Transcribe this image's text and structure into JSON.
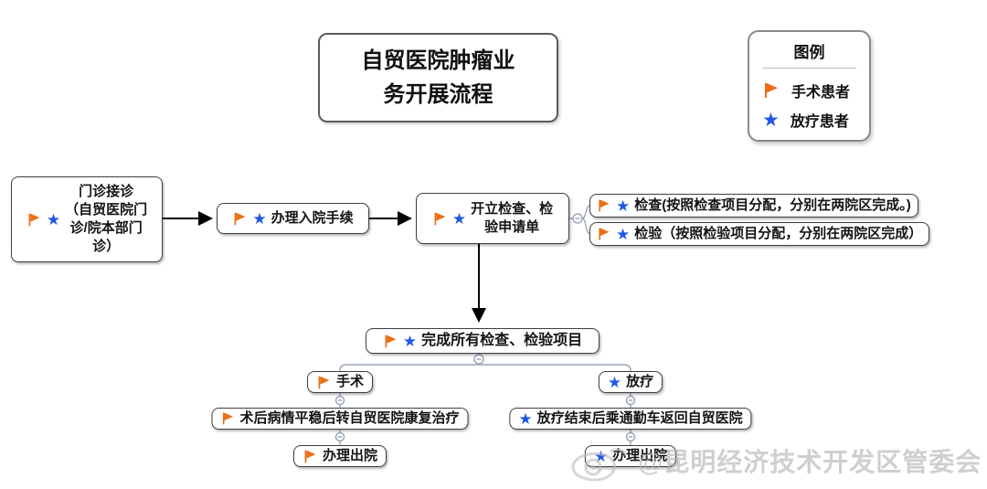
{
  "title": {
    "text": "自贸医院肿瘤业\n务开展流程"
  },
  "legend": {
    "title": "图例",
    "items": [
      {
        "icon": "surgery-flag-icon",
        "label": "手术患者",
        "color": "#ee6d17"
      },
      {
        "icon": "radiotherapy-star-icon",
        "label": "放疗患者",
        "color": "#1f58e8"
      }
    ]
  },
  "nodes": {
    "outpatient": {
      "label": "门诊接诊\n（自贸医院门\n诊/院本部门\n诊）",
      "markers": [
        "surgery-flag",
        "radiotherapy-star"
      ]
    },
    "admission": {
      "label": "办理入院手续",
      "markers": [
        "surgery-flag",
        "radiotherapy-star"
      ]
    },
    "order": {
      "label": "开立检查、检\n验申请单",
      "markers": [
        "surgery-flag",
        "radiotherapy-star"
      ]
    },
    "exam": {
      "label": "检查(按照检查项目分配，分别在两院区完成。)",
      "markers": [
        "surgery-flag",
        "radiotherapy-star"
      ]
    },
    "lab": {
      "label": "检验（按照检验项目分配，分别在两院区完成）",
      "markers": [
        "surgery-flag",
        "radiotherapy-star"
      ]
    },
    "complete": {
      "label": "完成所有检查、检验项目",
      "markers": [
        "surgery-flag",
        "radiotherapy-star"
      ]
    },
    "surgery": {
      "label": "手术",
      "markers": [
        "surgery-flag"
      ]
    },
    "radiotherapy": {
      "label": "放疗",
      "markers": [
        "radiotherapy-star"
      ]
    },
    "postop": {
      "label": "术后病情平稳后转自贸医院康复治疗",
      "markers": [
        "surgery-flag"
      ]
    },
    "radio_return": {
      "label": "放疗结束后乘通勤车返回自贸医院",
      "markers": [
        "radiotherapy-star"
      ]
    },
    "discharge_surgery": {
      "label": "办理出院",
      "markers": [
        "surgery-flag"
      ]
    },
    "discharge_radiotherapy": {
      "label": "办理出院",
      "markers": [
        "radiotherapy-star"
      ]
    }
  },
  "watermark": {
    "text": "@昆明经济技术开发区管委会"
  },
  "colors": {
    "flag": "#ee6d17",
    "star": "#1f58e8",
    "connector": "#9aa6b8",
    "arrow": "#000000",
    "box_border": "#3e3e3e"
  }
}
